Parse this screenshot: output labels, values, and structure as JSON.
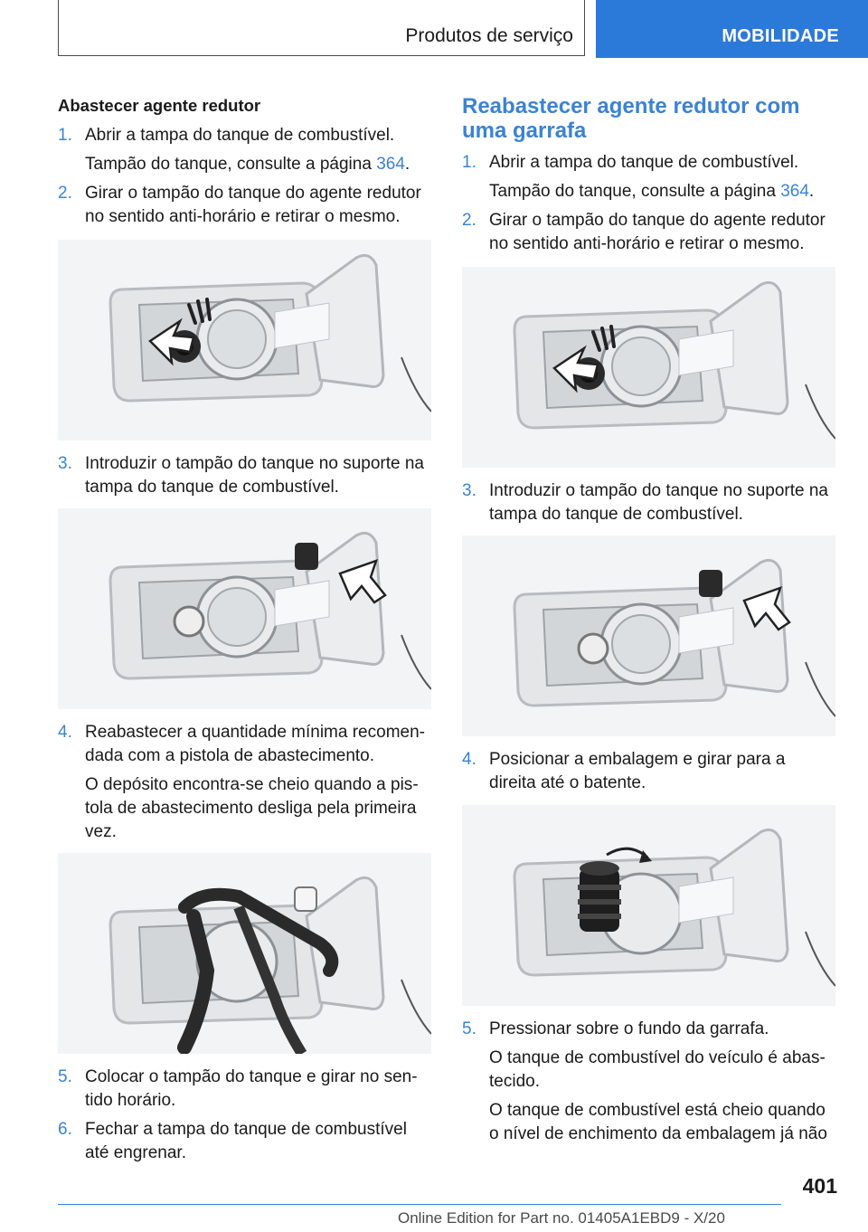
{
  "header": {
    "section_title": "Produtos de serviço",
    "chapter_tab": "MOBILIDADE"
  },
  "left_column": {
    "heading": "Abastecer agente redutor",
    "steps": [
      {
        "num": "1.",
        "text": "Abrir a tampa do tanque de combustível."
      },
      {
        "num": "2.",
        "text": "Girar o tampão do tanque do agente redutor no sentido anti-horário e retirar o mesmo."
      },
      {
        "num": "3.",
        "text": "Introduzir o tampão do tanque no suporte na tampa do tanque de combustível."
      },
      {
        "num": "4.",
        "text": "Reabastecer a quantidade mínima recomen­dada com a pistola de abastecimento."
      },
      {
        "num": "5.",
        "text": "Colocar o tampão do tanque e girar no sen­tido horário."
      },
      {
        "num": "6.",
        "text": "Fechar a tampa do tanque de combustível até engrenar."
      }
    ],
    "step1_ref_text": "Tampão do tanque, consulte a página ",
    "step1_ref_page": "364",
    "step1_ref_end": ".",
    "step4_note": "O depósito encontra-se cheio quando a pis­tola de abastecimento desliga pela primeira vez."
  },
  "right_column": {
    "heading": "Reabastecer agente redutor com uma garrafa",
    "steps": [
      {
        "num": "1.",
        "text": "Abrir a tampa do tanque de combustível."
      },
      {
        "num": "2.",
        "text": "Girar o tampão do tanque do agente redutor no sentido anti-horário e retirar o mesmo."
      },
      {
        "num": "3.",
        "text": "Introduzir o tampão do tanque no suporte na tampa do tanque de combustível."
      },
      {
        "num": "4.",
        "text": "Posicionar a embalagem e girar para a direita até o batente."
      },
      {
        "num": "5.",
        "text": "Pressionar sobre o fundo da garrafa."
      }
    ],
    "step1_ref_text": "Tampão do tanque, consulte a página ",
    "step1_ref_page": "364",
    "step1_ref_end": ".",
    "step5_note1": "O tanque de combustível do veículo é abas­tecido.",
    "step5_note2": "O tanque de combustível está cheio quando o nível de enchimento da embalagem já não"
  },
  "footer": {
    "page_number": "401",
    "edition": "Online Edition for Part no. 01405A1EBD9 - X/20"
  },
  "colors": {
    "accent_blue": "#2b79d8",
    "link_blue": "#3a83d6"
  }
}
